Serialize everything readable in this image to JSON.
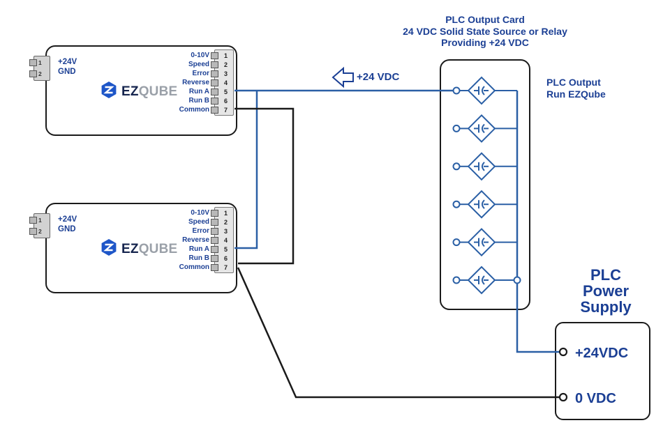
{
  "colors": {
    "label_blue": "#1b3f94",
    "wire_blue": "#2a5fa5",
    "wire_black": "#1a1a1a"
  },
  "ezqube": {
    "power_connector_pins": [
      "1",
      "2"
    ],
    "power_labels": [
      "+24V",
      "GND"
    ],
    "logo": {
      "ez": "EZ",
      "qube": "QUBE"
    },
    "terminal_labels": [
      "0-10V",
      "Speed",
      "Error",
      "Reverse",
      "Run A",
      "Run B",
      "Common"
    ],
    "terminal_numbers": [
      "1",
      "2",
      "3",
      "4",
      "5",
      "6",
      "7"
    ]
  },
  "plc_output_card": {
    "title_lines": [
      "PLC Output Card",
      "24 VDC Solid State Source or Relay",
      "Providing +24 VDC"
    ],
    "output_label_lines": [
      "PLC Output",
      "Run EZQube"
    ],
    "outputs_count": 6
  },
  "wire_label": "+24 VDC",
  "power_supply": {
    "title_lines": [
      "PLC",
      "Power",
      "Supply"
    ],
    "terminal_labels": [
      "+24VDC",
      "0 VDC"
    ]
  }
}
